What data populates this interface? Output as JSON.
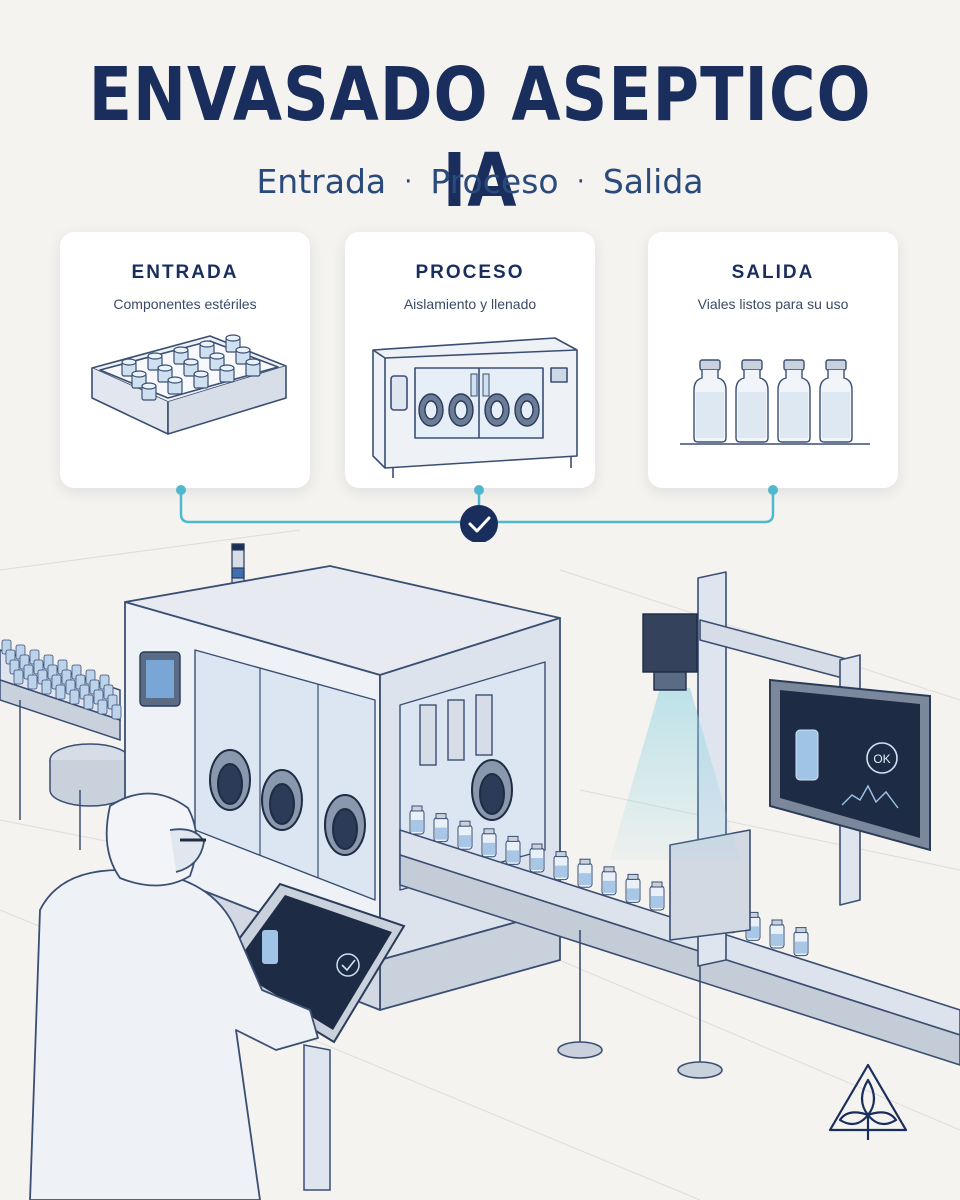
{
  "title": "ENVASADO ASEPTICO IA",
  "subtitle": {
    "steps": [
      "Entrada",
      "Proceso",
      "Salida"
    ],
    "separator": "·"
  },
  "cards": [
    {
      "title": "ENTRADA",
      "description": "Componentes estériles",
      "icon": "vial-tray-icon"
    },
    {
      "title": "PROCESO",
      "description": "Aislamiento y llenado",
      "icon": "isolator-machine-icon"
    },
    {
      "title": "SALIDA",
      "description": "Viales listos para su uso",
      "icon": "vials-icon"
    }
  ],
  "connector": {
    "icon": "check-circle-icon"
  },
  "monitor": {
    "status": "OK"
  },
  "logo": {
    "icon": "flower-triangle-logo-icon"
  },
  "colors": {
    "navy": "#1a2e5e",
    "teal": "#4fb8cf",
    "steel": "#c9d1dc",
    "background": "#f5f3ef"
  }
}
